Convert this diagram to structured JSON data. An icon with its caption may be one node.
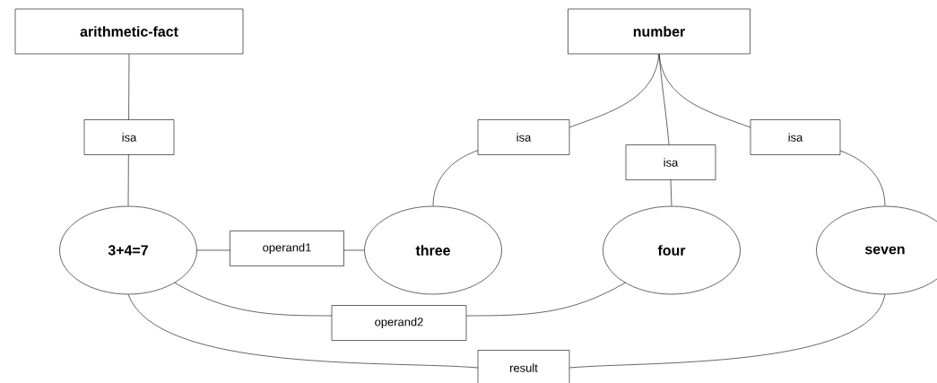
{
  "diagram": {
    "nodes": [
      {
        "text": [
          "arithmetic-fact"
        ]
      },
      {
        "text": [
          "number"
        ]
      },
      {
        "text": [
          "3+4=7"
        ]
      },
      {
        "text": [
          "three"
        ]
      },
      {
        "text": [
          "four"
        ]
      },
      {
        "text": [
          "seven"
        ]
      }
    ],
    "edges": [
      {
        "from": 0,
        "to": 2,
        "arrow": "none",
        "label": "isa"
      },
      {
        "from": 3,
        "to": 1,
        "arrow": "none",
        "label": "isa"
      },
      {
        "from": 4,
        "to": 1,
        "arrow": "none",
        "label": "isa"
      },
      {
        "from": 5,
        "to": 1,
        "arrow": "none",
        "label": "isa"
      },
      {
        "from": 2,
        "to": 3,
        "arrow": "none",
        "label": "operand1"
      },
      {
        "from": 2,
        "to": 4,
        "arrow": "none",
        "label": "operand2"
      },
      {
        "from": 2,
        "to": 5,
        "arrow": "none",
        "label": "result"
      }
    ]
  }
}
